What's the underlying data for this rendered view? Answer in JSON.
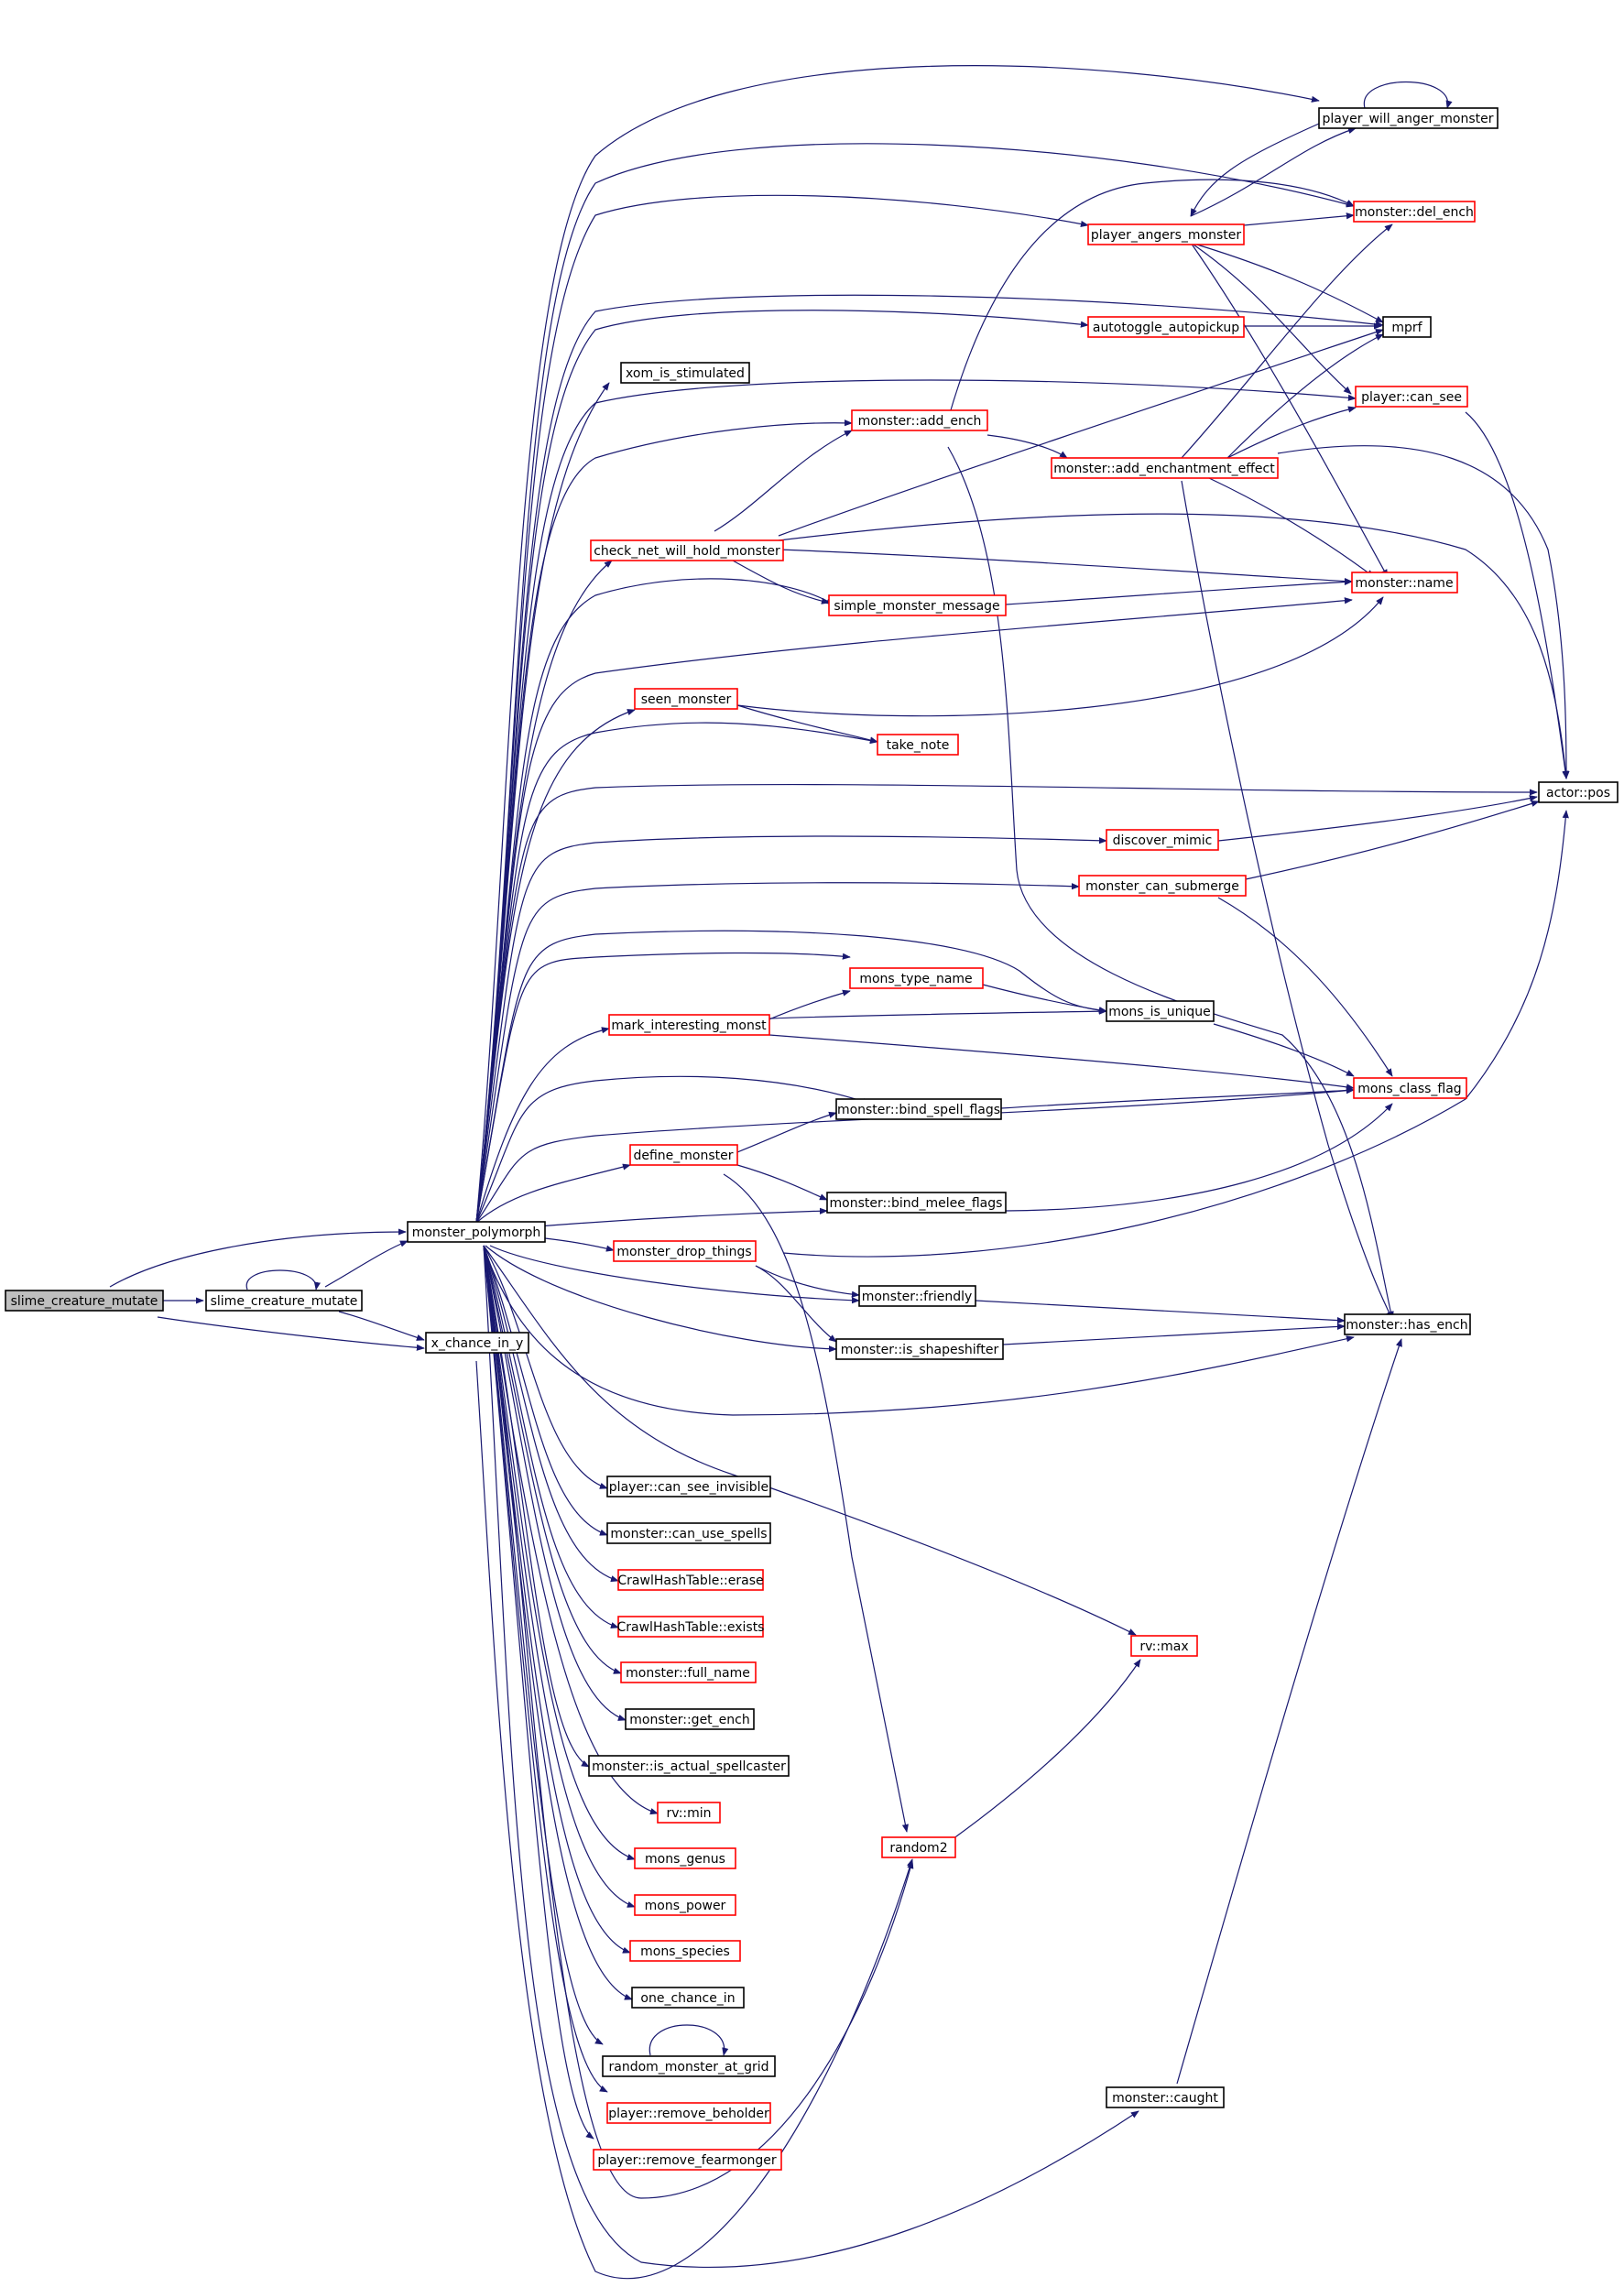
{
  "colors": {
    "edge": "#191970",
    "border_default": "#000000",
    "border_truncated": "#ff0000",
    "root_fill": "#bfbfbf"
  },
  "nodes": [
    {
      "id": "n_root",
      "label": "slime_creature_mutate",
      "border": "black",
      "root": true
    },
    {
      "id": "n_scm",
      "label": "slime_creature_mutate",
      "border": "black"
    },
    {
      "id": "n_xch",
      "label": "x_chance_in_y",
      "border": "black"
    },
    {
      "id": "n_mp",
      "label": "monster_polymorph",
      "border": "black"
    },
    {
      "id": "n_pwam",
      "label": "player_will_anger_monster",
      "border": "black"
    },
    {
      "id": "n_de",
      "label": "monster::del_ench",
      "border": "red"
    },
    {
      "id": "n_pam",
      "label": "player_angers_monster",
      "border": "red"
    },
    {
      "id": "n_mprf",
      "label": "mprf",
      "border": "black"
    },
    {
      "id": "n_aa",
      "label": "autotoggle_autopickup",
      "border": "red"
    },
    {
      "id": "n_xis",
      "label": "xom_is_stimulated",
      "border": "black"
    },
    {
      "id": "n_pcs",
      "label": "player::can_see",
      "border": "red"
    },
    {
      "id": "n_ae",
      "label": "monster::add_ench",
      "border": "red"
    },
    {
      "id": "n_aee",
      "label": "monster::add_enchantment_effect",
      "border": "red"
    },
    {
      "id": "n_cnw",
      "label": "check_net_will_hold_monster",
      "border": "red"
    },
    {
      "id": "n_mn",
      "label": "monster::name",
      "border": "red"
    },
    {
      "id": "n_smm",
      "label": "simple_monster_message",
      "border": "red"
    },
    {
      "id": "n_sm",
      "label": "seen_monster",
      "border": "red"
    },
    {
      "id": "n_tn",
      "label": "take_note",
      "border": "red"
    },
    {
      "id": "n_ap",
      "label": "actor::pos",
      "border": "black"
    },
    {
      "id": "n_dm",
      "label": "discover_mimic",
      "border": "red"
    },
    {
      "id": "n_mcs",
      "label": "monster_can_submerge",
      "border": "red"
    },
    {
      "id": "n_mtn",
      "label": "mons_type_name",
      "border": "red"
    },
    {
      "id": "n_miu",
      "label": "mons_is_unique",
      "border": "black"
    },
    {
      "id": "n_mim",
      "label": "mark_interesting_monst",
      "border": "red"
    },
    {
      "id": "n_mcf",
      "label": "mons_class_flag",
      "border": "red"
    },
    {
      "id": "n_bsf",
      "label": "monster::bind_spell_flags",
      "border": "black"
    },
    {
      "id": "n_dfm",
      "label": "define_monster",
      "border": "red"
    },
    {
      "id": "n_bmf",
      "label": "monster::bind_melee_flags",
      "border": "black"
    },
    {
      "id": "n_mdt",
      "label": "monster_drop_things",
      "border": "red"
    },
    {
      "id": "n_fr",
      "label": "monster::friendly",
      "border": "black"
    },
    {
      "id": "n_he",
      "label": "monster::has_ench",
      "border": "black"
    },
    {
      "id": "n_iss",
      "label": "monster::is_shapeshifter",
      "border": "black"
    },
    {
      "id": "n_pcsi",
      "label": "player::can_see_invisible",
      "border": "black"
    },
    {
      "id": "n_cus",
      "label": "monster::can_use_spells",
      "border": "black"
    },
    {
      "id": "n_cher",
      "label": "CrawlHashTable::erase",
      "border": "red"
    },
    {
      "id": "n_chex",
      "label": "CrawlHashTable::exists",
      "border": "red"
    },
    {
      "id": "n_fn",
      "label": "monster::full_name",
      "border": "red"
    },
    {
      "id": "n_ge",
      "label": "monster::get_ench",
      "border": "black"
    },
    {
      "id": "n_ias",
      "label": "monster::is_actual_spellcaster",
      "border": "black"
    },
    {
      "id": "n_rvmax",
      "label": "rv::max",
      "border": "red"
    },
    {
      "id": "n_rvmin",
      "label": "rv::min",
      "border": "red"
    },
    {
      "id": "n_r2",
      "label": "random2",
      "border": "red"
    },
    {
      "id": "n_mg",
      "label": "mons_genus",
      "border": "red"
    },
    {
      "id": "n_mpw",
      "label": "mons_power",
      "border": "red"
    },
    {
      "id": "n_msp",
      "label": "mons_species",
      "border": "red"
    },
    {
      "id": "n_oci",
      "label": "one_chance_in",
      "border": "black"
    },
    {
      "id": "n_rmg",
      "label": "random_monster_at_grid",
      "border": "black"
    },
    {
      "id": "n_prb",
      "label": "player::remove_beholder",
      "border": "red"
    },
    {
      "id": "n_prf",
      "label": "player::remove_fearmonger",
      "border": "red"
    },
    {
      "id": "n_cau",
      "label": "monster::caught",
      "border": "black"
    }
  ]
}
